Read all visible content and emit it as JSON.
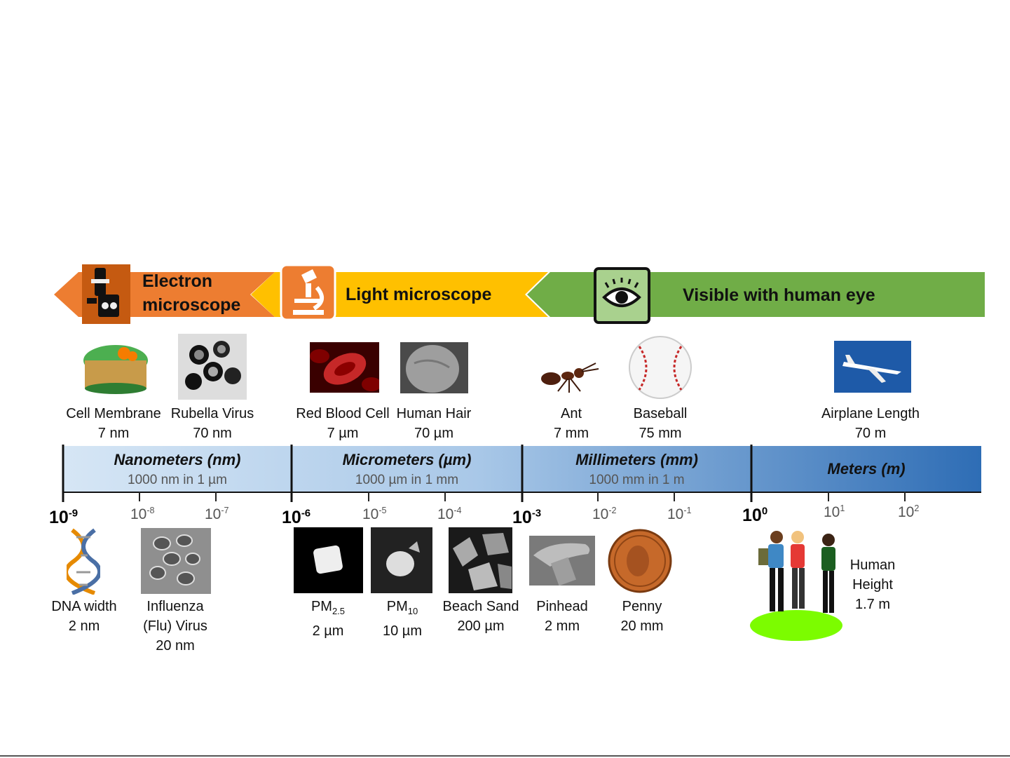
{
  "categories": [
    {
      "line1": "Electron",
      "line2": "microscope",
      "color": "#ED7D31",
      "icon": "microscope-camera-icon"
    },
    {
      "line1": "Light microscope",
      "color": "#FFC000",
      "icon": "light-microscope-icon"
    },
    {
      "line1": "Visible with human eye",
      "color": "#70AD47",
      "icon": "eye-icon"
    }
  ],
  "units": [
    {
      "name": "Nanometers (nm)",
      "sub": "1000 nm in 1 µm"
    },
    {
      "name": "Micrometers (µm)",
      "sub": "1000 µm in 1 mm"
    },
    {
      "name": "Millimeters (mm)",
      "sub": "1000 mm in 1 m"
    },
    {
      "name": "Meters (m)",
      "sub": ""
    }
  ],
  "axis": {
    "major": [
      {
        "base": "10",
        "exp": "-9"
      },
      {
        "base": "10",
        "exp": "-6"
      },
      {
        "base": "10",
        "exp": "-3"
      },
      {
        "base": "10",
        "exp": "0"
      }
    ],
    "minor": [
      {
        "base": "10",
        "exp": "-8"
      },
      {
        "base": "10",
        "exp": "-7"
      },
      {
        "base": "10",
        "exp": "-5"
      },
      {
        "base": "10",
        "exp": "-4"
      },
      {
        "base": "10",
        "exp": "-2"
      },
      {
        "base": "10",
        "exp": "-1"
      },
      {
        "base": "10",
        "exp": "1"
      },
      {
        "base": "10",
        "exp": "2"
      }
    ]
  },
  "top_objects": [
    {
      "name": "Cell Membrane",
      "size": "7 nm",
      "icon": "cell-membrane-picture"
    },
    {
      "name": "Rubella Virus",
      "size": "70 nm",
      "icon": "rubella-virus-picture"
    },
    {
      "name": "Red Blood Cell",
      "size": "7 µm",
      "icon": "red-blood-cell-picture"
    },
    {
      "name": "Human Hair",
      "size": "70 µm",
      "icon": "human-hair-picture"
    },
    {
      "name": "Ant",
      "size": "7 mm",
      "icon": "ant-picture"
    },
    {
      "name": "Baseball",
      "size": "75 mm",
      "icon": "baseball-picture"
    },
    {
      "name": "Airplane Length",
      "size": "70 m",
      "icon": "airplane-picture"
    }
  ],
  "bottom_objects": [
    {
      "name": "DNA width",
      "size": "2 nm",
      "icon": "dna-picture"
    },
    {
      "name": "Influenza",
      "name2": "(Flu) Virus",
      "size": "20 nm",
      "icon": "influenza-virus-picture"
    },
    {
      "name": "PM",
      "sub": "2.5",
      "size": "2 µm",
      "icon": "pm25-picture"
    },
    {
      "name": "PM",
      "sub": "10",
      "size": "10 µm",
      "icon": "pm10-picture"
    },
    {
      "name": "Beach Sand",
      "size": "200 µm",
      "icon": "beach-sand-picture"
    },
    {
      "name": "Pinhead",
      "size": "2 mm",
      "icon": "pinhead-picture"
    },
    {
      "name": "Penny",
      "size": "20 mm",
      "icon": "penny-picture"
    },
    {
      "name": "Human",
      "name2": "Height",
      "size": "1.7 m",
      "icon": "people-picture"
    }
  ]
}
